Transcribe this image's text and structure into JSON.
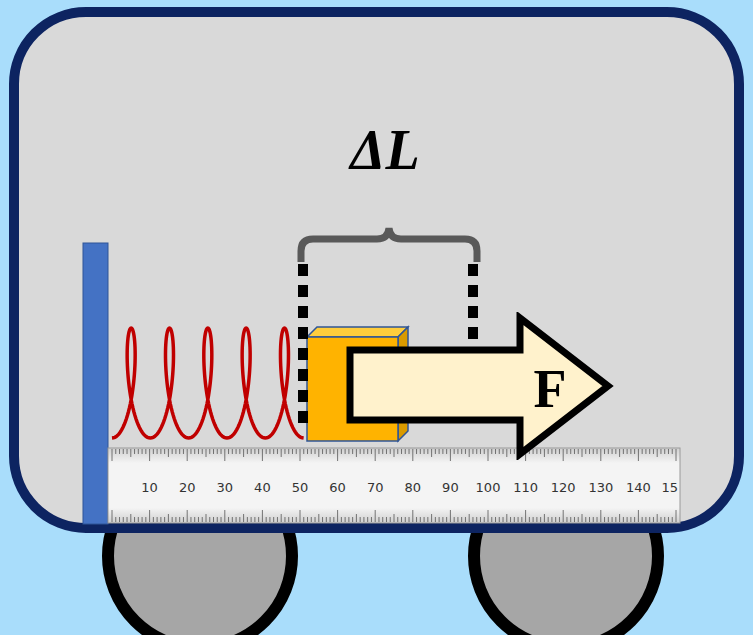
{
  "diagram": {
    "nodes": [
      {
        "text": [
          "F"
        ]
      }
    ],
    "labels": [
      "ΔL",
      "10",
      "20",
      "30",
      "40",
      "50",
      "60",
      "70",
      "80",
      "90",
      "100",
      "110",
      "120",
      "130",
      "140",
      "15"
    ]
  }
}
